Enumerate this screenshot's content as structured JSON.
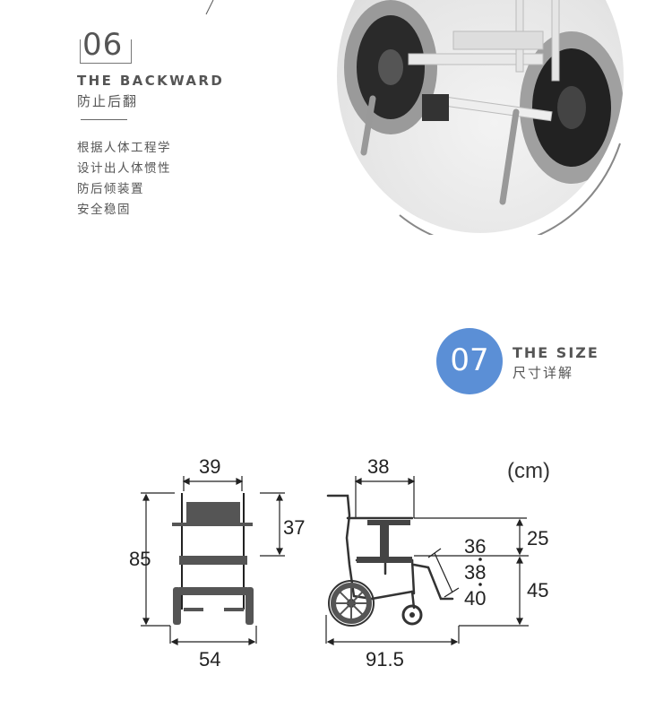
{
  "section06": {
    "number": "06",
    "title_en": "THE BACKWARD",
    "title_cn": "防止后翻",
    "description": [
      "根据人体工程学",
      "设计出人体惯性",
      "防后倾装置",
      "安全稳固"
    ]
  },
  "section07": {
    "number": "07",
    "title_en": "THE SIZE",
    "title_cn": "尺寸详解"
  },
  "dimensions": {
    "unit": "(cm)",
    "front_seat_width": "39",
    "front_back_height": "37",
    "front_total_height": "85",
    "front_total_width": "54",
    "side_seat_depth": "38",
    "side_seat_heights": [
      "36",
      "38",
      "40"
    ],
    "side_armrest_height": "25",
    "side_seat_height": "45",
    "side_total_length": "91.5"
  },
  "colors": {
    "accent": "#5b8fd6",
    "text": "#555555",
    "line": "#222222"
  }
}
